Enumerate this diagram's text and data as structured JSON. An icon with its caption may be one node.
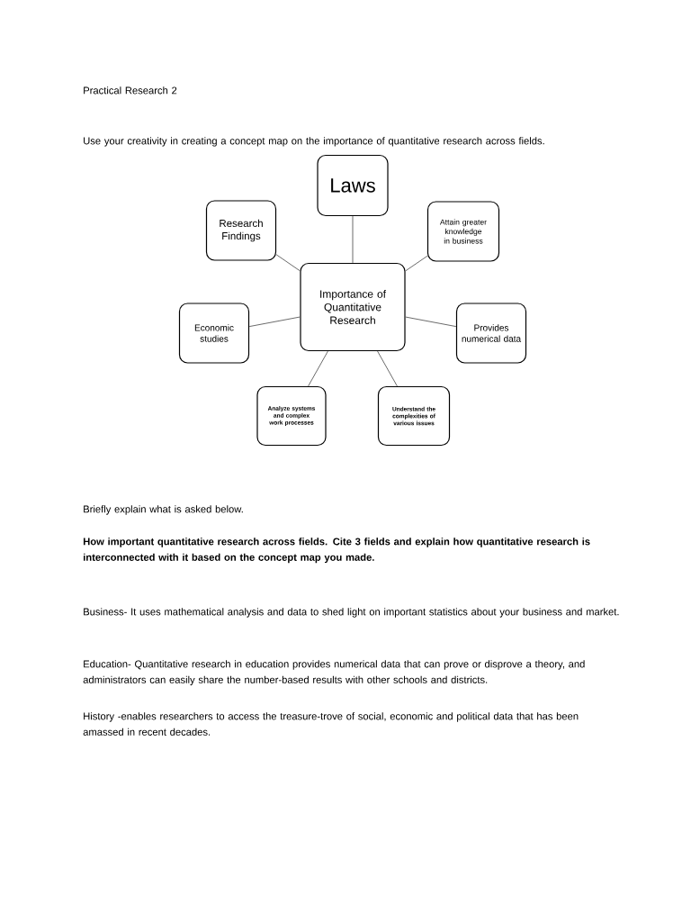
{
  "diagram": {
    "title": "Practical Research 2",
    "nodes": [
      {
        "text": [
          "Laws"
        ]
      },
      {
        "text": [
          "Research Findings"
        ]
      },
      {
        "text": [
          "Attain greater knowledge in business"
        ]
      },
      {
        "text": [
          "Importance of Quantitative Research"
        ]
      },
      {
        "text": [
          "Economic studies"
        ]
      },
      {
        "text": [
          "Provides numerical data"
        ]
      },
      {
        "text": [
          "Analyze systems and complex work processes"
        ]
      },
      {
        "text": [
          "Understand the complexities of various issues"
        ]
      }
    ],
    "edges": [
      {
        "from": 3,
        "to": 0,
        "arrow": "none"
      },
      {
        "from": 3,
        "to": 1,
        "arrow": "none"
      },
      {
        "from": 3,
        "to": 2,
        "arrow": "none"
      },
      {
        "from": 3,
        "to": 4,
        "arrow": "none"
      },
      {
        "from": 3,
        "to": 5,
        "arrow": "none"
      },
      {
        "from": 3,
        "to": 6,
        "arrow": "none"
      },
      {
        "from": 3,
        "to": 7,
        "arrow": "none"
      }
    ],
    "labels": [
      "Use your creativity in creating a concept map on the importance of quantitative research across fields.",
      "Briefly explain what is asked below.",
      "How important quantitative research across fields. Cite 3 fields and explain how quantitative research is interconnected with it based on the concept map you made.",
      "Business- It uses mathematical analysis and data to shed light on important statistics about your business and market.",
      "Education- Quantitative research in education provides numerical data that can prove or disprove a theory, and administrators can easily share the number-based results with other schools and districts.",
      "History -enables researchers to access the treasure-trove of social, economic and political data that has been amassed in recent decades."
    ]
  }
}
